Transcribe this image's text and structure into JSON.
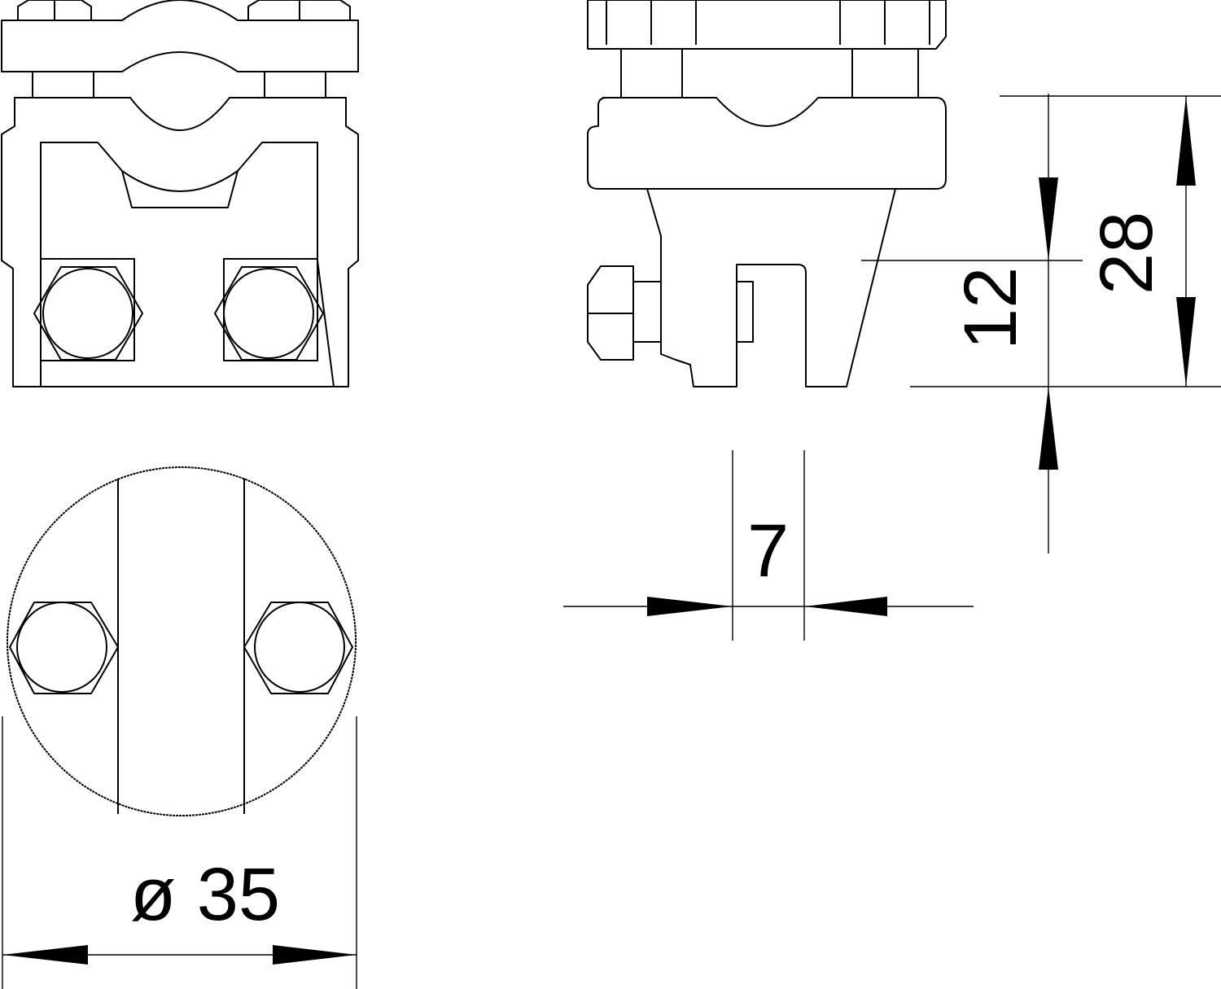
{
  "drawing": {
    "views": [
      "front-view",
      "side-view",
      "bottom-view"
    ],
    "dimensions": {
      "diameter": "ø 35",
      "slot_width": "7",
      "inner_height": "12",
      "total_height": "28"
    },
    "line_color": "#000000",
    "background": "#ffffff"
  }
}
